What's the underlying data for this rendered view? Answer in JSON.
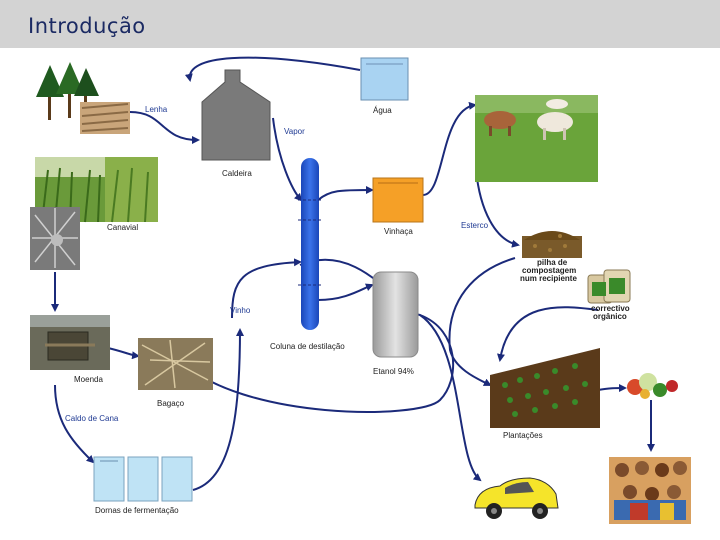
{
  "header": {
    "title": "Introdução"
  },
  "colors": {
    "arrow": "#1b2a7a",
    "column": "#2b5cd6",
    "water": "#a9d3f2",
    "vinhaca": "#f5a027",
    "etanol": "#c8c8c8",
    "caldeira": "#7a7a7a",
    "header_bg": "#d3d3d3"
  },
  "labels": {
    "lenha": "Lenha",
    "vapor": "Vapor",
    "agua": "Água",
    "caldeira": "Caldeira",
    "canavial": "Canavial",
    "vinhaca": "Vinhaça",
    "esterco": "Esterco",
    "pilha_line1": "pilha de",
    "pilha_line2": "compostagem",
    "pilha_line3": "num recipiente",
    "corr_line1": "correctivo",
    "corr_line2": "orgânico",
    "vinho": "Vinho",
    "coluna": "Coluna de destilação",
    "etanol": "Etanol 94%",
    "moenda": "Moenda",
    "bagaco": "Bagaço",
    "caldo": "Caldo de Cana",
    "plantacoes": "Plantações",
    "dornas": "Dornas de fermentação"
  },
  "icons": [
    "trees-icon",
    "firewood-icon",
    "sugarcane-field-icon",
    "sugarcane-closeup-icon",
    "cattle-icon",
    "compost-icon",
    "fertilizer-bags-icon",
    "sugar-mill-icon",
    "bagasse-icon",
    "vegetables-icon",
    "crops-icon",
    "car-icon",
    "people-icon"
  ]
}
